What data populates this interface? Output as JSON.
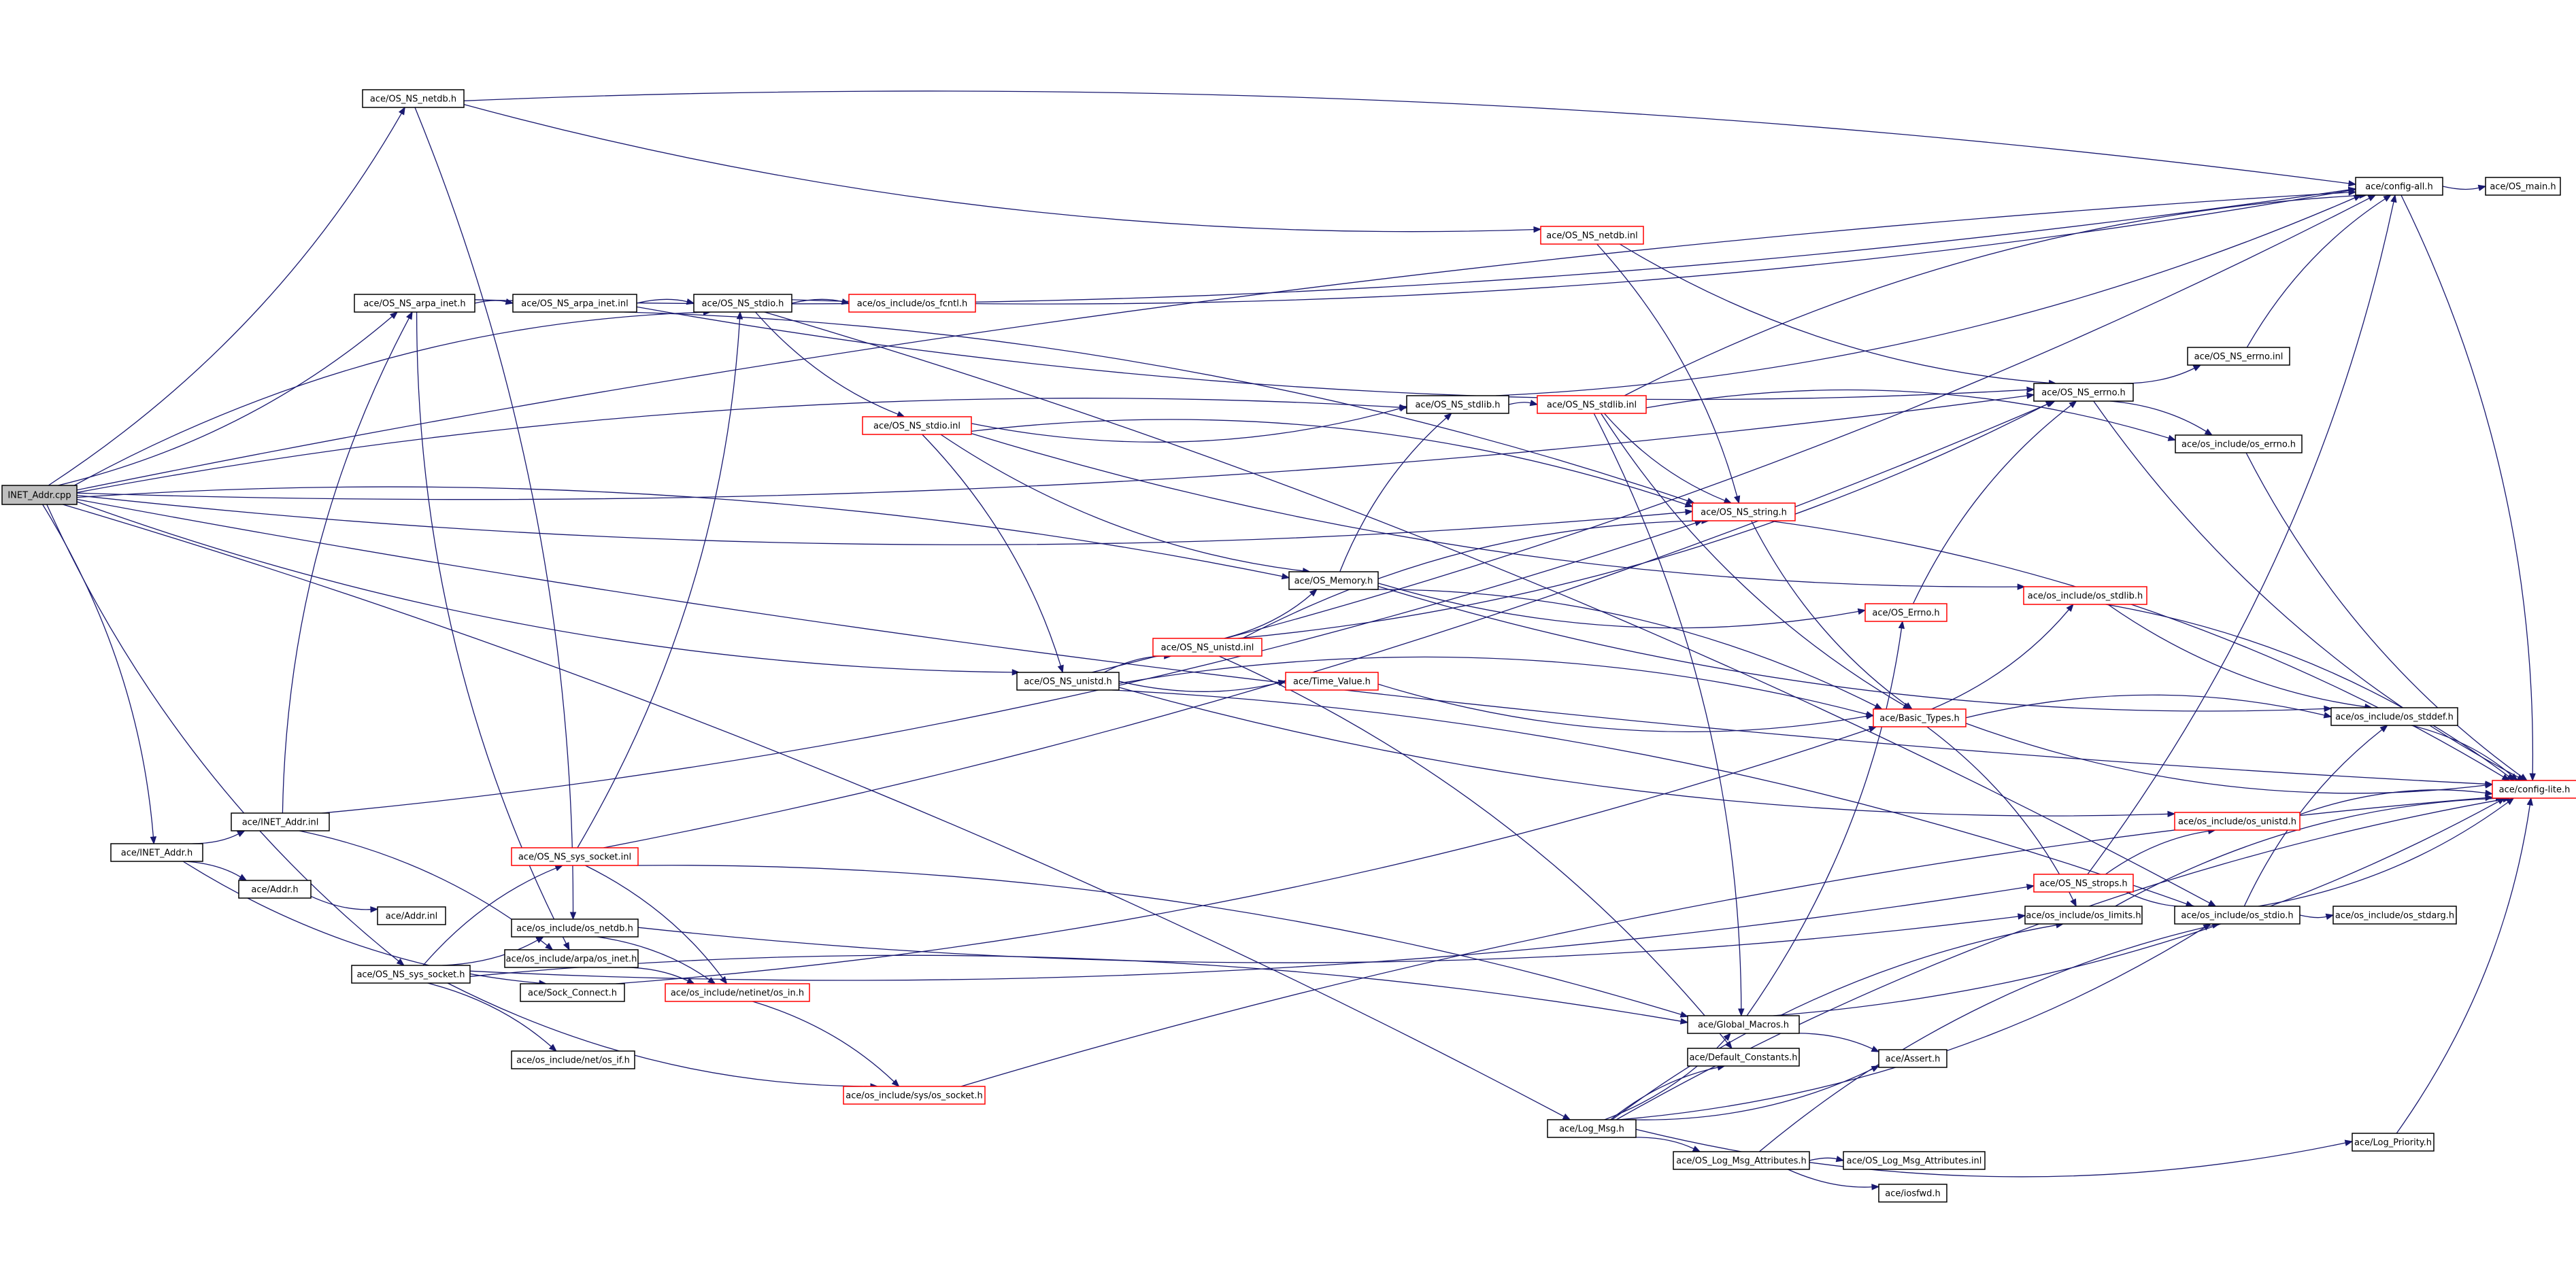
{
  "colors": {
    "edge": "#191970",
    "text": "#000000",
    "node_border_normal": "#000000",
    "node_border_truncated": "#ff0000",
    "root_fill": "#bfbfbf",
    "node_fill": "#ffffff"
  },
  "nodes": [
    {
      "id": "root",
      "label": "INET_Addr.cpp",
      "style": "root"
    },
    {
      "id": "os_ns_netdb_h",
      "label": "ace/OS_NS_netdb.h",
      "style": "normal"
    },
    {
      "id": "config_all",
      "label": "ace/config-all.h",
      "style": "normal"
    },
    {
      "id": "os_main",
      "label": "ace/OS_main.h",
      "style": "normal"
    },
    {
      "id": "os_ns_netdb_inl",
      "label": "ace/OS_NS_netdb.inl",
      "style": "truncated"
    },
    {
      "id": "os_ns_arpa_inet_h",
      "label": "ace/OS_NS_arpa_inet.h",
      "style": "normal"
    },
    {
      "id": "os_ns_arpa_inet_inl",
      "label": "ace/OS_NS_arpa_inet.inl",
      "style": "normal"
    },
    {
      "id": "os_ns_stdio_h",
      "label": "ace/OS_NS_stdio.h",
      "style": "normal"
    },
    {
      "id": "os_fcntl",
      "label": "ace/os_include/os_fcntl.h",
      "style": "truncated"
    },
    {
      "id": "os_ns_errno_inl",
      "label": "ace/OS_NS_errno.inl",
      "style": "normal"
    },
    {
      "id": "os_ns_errno_h",
      "label": "ace/OS_NS_errno.h",
      "style": "normal"
    },
    {
      "id": "os_ns_stdio_inl",
      "label": "ace/OS_NS_stdio.inl",
      "style": "truncated"
    },
    {
      "id": "os_ns_stdlib_h",
      "label": "ace/OS_NS_stdlib.h",
      "style": "normal"
    },
    {
      "id": "os_ns_stdlib_inl",
      "label": "ace/OS_NS_stdlib.inl",
      "style": "truncated"
    },
    {
      "id": "os_errno",
      "label": "ace/os_include/os_errno.h",
      "style": "normal"
    },
    {
      "id": "os_ns_string_h",
      "label": "ace/OS_NS_string.h",
      "style": "truncated"
    },
    {
      "id": "os_memory",
      "label": "ace/OS_Memory.h",
      "style": "normal"
    },
    {
      "id": "os_errno_h2",
      "label": "ace/OS_Errno.h",
      "style": "truncated"
    },
    {
      "id": "os_stdlib",
      "label": "ace/os_include/os_stdlib.h",
      "style": "truncated"
    },
    {
      "id": "os_ns_unistd_inl",
      "label": "ace/OS_NS_unistd.inl",
      "style": "truncated"
    },
    {
      "id": "os_ns_unistd_h",
      "label": "ace/OS_NS_unistd.h",
      "style": "normal"
    },
    {
      "id": "time_value",
      "label": "ace/Time_Value.h",
      "style": "truncated"
    },
    {
      "id": "basic_types",
      "label": "ace/Basic_Types.h",
      "style": "truncated"
    },
    {
      "id": "os_stddef",
      "label": "ace/os_include/os_stddef.h",
      "style": "normal"
    },
    {
      "id": "config_lite",
      "label": "ace/config-lite.h",
      "style": "truncated"
    },
    {
      "id": "inet_addr_inl",
      "label": "ace/INET_Addr.inl",
      "style": "normal"
    },
    {
      "id": "os_unistd",
      "label": "ace/os_include/os_unistd.h",
      "style": "truncated"
    },
    {
      "id": "inet_addr_h",
      "label": "ace/INET_Addr.h",
      "style": "normal"
    },
    {
      "id": "addr_h",
      "label": "ace/Addr.h",
      "style": "normal"
    },
    {
      "id": "addr_inl",
      "label": "ace/Addr.inl",
      "style": "normal"
    },
    {
      "id": "os_ns_sys_socket_inl",
      "label": "ace/OS_NS_sys_socket.inl",
      "style": "truncated"
    },
    {
      "id": "os_ns_strops",
      "label": "ace/OS_NS_strops.h",
      "style": "truncated"
    },
    {
      "id": "os_limits",
      "label": "ace/os_include/os_limits.h",
      "style": "normal"
    },
    {
      "id": "os_stdio",
      "label": "ace/os_include/os_stdio.h",
      "style": "normal"
    },
    {
      "id": "os_stdarg",
      "label": "ace/os_include/os_stdarg.h",
      "style": "normal"
    },
    {
      "id": "os_netdb",
      "label": "ace/os_include/os_netdb.h",
      "style": "normal"
    },
    {
      "id": "os_ns_sys_socket_h",
      "label": "ace/OS_NS_sys_socket.h",
      "style": "normal"
    },
    {
      "id": "arpa_inet",
      "label": "ace/os_include/arpa/os_inet.h",
      "style": "normal"
    },
    {
      "id": "sock_connect",
      "label": "ace/Sock_Connect.h",
      "style": "normal"
    },
    {
      "id": "netinet_in",
      "label": "ace/os_include/netinet/os_in.h",
      "style": "truncated"
    },
    {
      "id": "global_macros",
      "label": "ace/Global_Macros.h",
      "style": "normal"
    },
    {
      "id": "net_if",
      "label": "ace/os_include/net/os_if.h",
      "style": "normal"
    },
    {
      "id": "default_constants",
      "label": "ace/Default_Constants.h",
      "style": "normal"
    },
    {
      "id": "assert_h",
      "label": "ace/Assert.h",
      "style": "normal"
    },
    {
      "id": "sys_socket",
      "label": "ace/os_include/sys/os_socket.h",
      "style": "truncated"
    },
    {
      "id": "log_msg",
      "label": "ace/Log_Msg.h",
      "style": "normal"
    },
    {
      "id": "log_priority",
      "label": "ace/Log_Priority.h",
      "style": "normal"
    },
    {
      "id": "os_log_msg_attr_h",
      "label": "ace/OS_Log_Msg_Attributes.h",
      "style": "normal"
    },
    {
      "id": "os_log_msg_attr_inl",
      "label": "ace/OS_Log_Msg_Attributes.inl",
      "style": "normal"
    },
    {
      "id": "iosfwd",
      "label": "ace/iosfwd.h",
      "style": "normal"
    }
  ],
  "edges": [
    [
      "root",
      "os_ns_netdb_h"
    ],
    [
      "root",
      "config_all"
    ],
    [
      "root",
      "os_ns_arpa_inet_h"
    ],
    [
      "root",
      "os_ns_stdio_h"
    ],
    [
      "root",
      "os_ns_errno_h"
    ],
    [
      "root",
      "os_ns_stdlib_h"
    ],
    [
      "root",
      "os_ns_string_h"
    ],
    [
      "root",
      "os_memory"
    ],
    [
      "root",
      "os_ns_unistd_h"
    ],
    [
      "root",
      "inet_addr_h"
    ],
    [
      "root",
      "os_ns_sys_socket_h"
    ],
    [
      "root",
      "log_msg"
    ],
    [
      "root",
      "config_lite"
    ],
    [
      "os_ns_netdb_h",
      "config_all"
    ],
    [
      "os_ns_netdb_h",
      "os_ns_netdb_inl"
    ],
    [
      "os_ns_netdb_h",
      "os_netdb"
    ],
    [
      "config_all",
      "os_main"
    ],
    [
      "config_all",
      "config_lite"
    ],
    [
      "os_ns_netdb_inl",
      "os_ns_errno_h"
    ],
    [
      "os_ns_netdb_inl",
      "os_ns_string_h"
    ],
    [
      "os_ns_arpa_inet_h",
      "config_all"
    ],
    [
      "os_ns_arpa_inet_h",
      "os_ns_arpa_inet_inl"
    ],
    [
      "os_ns_arpa_inet_h",
      "arpa_inet"
    ],
    [
      "os_ns_arpa_inet_inl",
      "os_ns_stdio_h"
    ],
    [
      "os_ns_arpa_inet_inl",
      "os_ns_errno_h"
    ],
    [
      "os_ns_arpa_inet_inl",
      "os_ns_string_h"
    ],
    [
      "os_ns_stdio_h",
      "config_all"
    ],
    [
      "os_ns_stdio_h",
      "os_fcntl"
    ],
    [
      "os_ns_stdio_h",
      "os_ns_stdio_inl"
    ],
    [
      "os_ns_stdio_h",
      "os_stdio"
    ],
    [
      "os_ns_errno_h",
      "os_ns_errno_inl"
    ],
    [
      "os_ns_errno_h",
      "os_errno"
    ],
    [
      "os_ns_errno_h",
      "config_lite"
    ],
    [
      "os_ns_errno_inl",
      "config_all"
    ],
    [
      "os_ns_stdio_inl",
      "os_ns_stdlib_h"
    ],
    [
      "os_ns_stdio_inl",
      "os_ns_unistd_h"
    ],
    [
      "os_ns_stdio_inl",
      "os_memory"
    ],
    [
      "os_ns_stdio_inl",
      "os_ns_string_h"
    ],
    [
      "os_ns_stdio_inl",
      "os_stdlib"
    ],
    [
      "os_ns_stdlib_h",
      "os_ns_stdlib_inl"
    ],
    [
      "os_ns_stdlib_h",
      "config_all"
    ],
    [
      "os_ns_stdlib_inl",
      "config_all"
    ],
    [
      "os_ns_stdlib_inl",
      "os_ns_string_h"
    ],
    [
      "os_ns_stdlib_inl",
      "global_macros"
    ],
    [
      "os_ns_stdlib_inl",
      "basic_types"
    ],
    [
      "os_ns_stdlib_inl",
      "os_errno"
    ],
    [
      "os_errno",
      "config_lite"
    ],
    [
      "os_ns_string_h",
      "config_lite"
    ],
    [
      "os_ns_string_h",
      "basic_types"
    ],
    [
      "os_memory",
      "os_ns_stdlib_h"
    ],
    [
      "os_memory",
      "os_errno_h2"
    ],
    [
      "os_memory",
      "basic_types"
    ],
    [
      "os_memory",
      "os_stddef"
    ],
    [
      "os_errno_h2",
      "os_ns_errno_h"
    ],
    [
      "os_stdlib",
      "os_stddef"
    ],
    [
      "os_stdlib",
      "config_lite"
    ],
    [
      "os_ns_unistd_h",
      "config_all"
    ],
    [
      "os_ns_unistd_h",
      "os_ns_unistd_inl"
    ],
    [
      "os_ns_unistd_h",
      "time_value"
    ],
    [
      "os_ns_unistd_h",
      "basic_types"
    ],
    [
      "os_ns_unistd_h",
      "os_unistd"
    ],
    [
      "os_ns_unistd_h",
      "os_stdio"
    ],
    [
      "os_ns_unistd_inl",
      "os_memory"
    ],
    [
      "os_ns_unistd_inl",
      "os_ns_string_h"
    ],
    [
      "os_ns_unistd_inl",
      "os_ns_errno_h"
    ],
    [
      "os_ns_unistd_inl",
      "default_constants"
    ],
    [
      "time_value",
      "basic_types"
    ],
    [
      "basic_types",
      "os_stddef"
    ],
    [
      "basic_types",
      "config_lite"
    ],
    [
      "basic_types",
      "os_limits"
    ],
    [
      "basic_types",
      "os_stdlib"
    ],
    [
      "os_stddef",
      "config_lite"
    ],
    [
      "inet_addr_h",
      "inet_addr_inl"
    ],
    [
      "inet_addr_h",
      "addr_h"
    ],
    [
      "inet_addr_h",
      "sock_connect"
    ],
    [
      "inet_addr_inl",
      "os_ns_arpa_inet_h"
    ],
    [
      "inet_addr_inl",
      "os_ns_string_h"
    ],
    [
      "inet_addr_inl",
      "arpa_inet"
    ],
    [
      "addr_h",
      "addr_inl"
    ],
    [
      "os_unistd",
      "config_lite"
    ],
    [
      "os_ns_sys_socket_inl",
      "os_ns_stdio_h"
    ],
    [
      "os_ns_sys_socket_inl",
      "netinet_in"
    ],
    [
      "os_ns_sys_socket_inl",
      "os_ns_errno_h"
    ],
    [
      "os_ns_sys_socket_inl",
      "global_macros"
    ],
    [
      "os_ns_strops",
      "config_all"
    ],
    [
      "os_ns_strops",
      "os_unistd"
    ],
    [
      "os_ns_strops",
      "os_stdio"
    ],
    [
      "os_limits",
      "config_lite"
    ],
    [
      "os_stdio",
      "os_stdarg"
    ],
    [
      "os_stdio",
      "os_stddef"
    ],
    [
      "os_stdio",
      "config_lite"
    ],
    [
      "os_netdb",
      "netinet_in"
    ],
    [
      "os_netdb",
      "os_limits"
    ],
    [
      "os_ns_sys_socket_h",
      "os_ns_sys_socket_inl"
    ],
    [
      "os_ns_sys_socket_h",
      "os_ns_strops"
    ],
    [
      "os_ns_sys_socket_h",
      "net_if"
    ],
    [
      "os_ns_sys_socket_h",
      "sys_socket"
    ],
    [
      "os_ns_sys_socket_h",
      "global_macros"
    ],
    [
      "os_ns_sys_socket_h",
      "os_netdb"
    ],
    [
      "arpa_inet",
      "netinet_in"
    ],
    [
      "sock_connect",
      "basic_types"
    ],
    [
      "netinet_in",
      "sys_socket"
    ],
    [
      "global_macros",
      "os_errno_h2"
    ],
    [
      "global_macros",
      "assert_h"
    ],
    [
      "global_macros",
      "config_lite"
    ],
    [
      "sys_socket",
      "config_lite"
    ],
    [
      "log_msg",
      "global_macros"
    ],
    [
      "log_msg",
      "default_constants"
    ],
    [
      "log_msg",
      "assert_h"
    ],
    [
      "log_msg",
      "os_log_msg_attr_h"
    ],
    [
      "log_msg",
      "log_priority"
    ],
    [
      "log_msg",
      "os_limits"
    ],
    [
      "log_msg",
      "os_stdio"
    ],
    [
      "log_msg",
      "config_lite"
    ],
    [
      "log_priority",
      "config_lite"
    ],
    [
      "os_log_msg_attr_h",
      "os_log_msg_attr_inl"
    ],
    [
      "os_log_msg_attr_h",
      "iosfwd"
    ],
    [
      "os_log_msg_attr_h",
      "os_stdio"
    ]
  ]
}
